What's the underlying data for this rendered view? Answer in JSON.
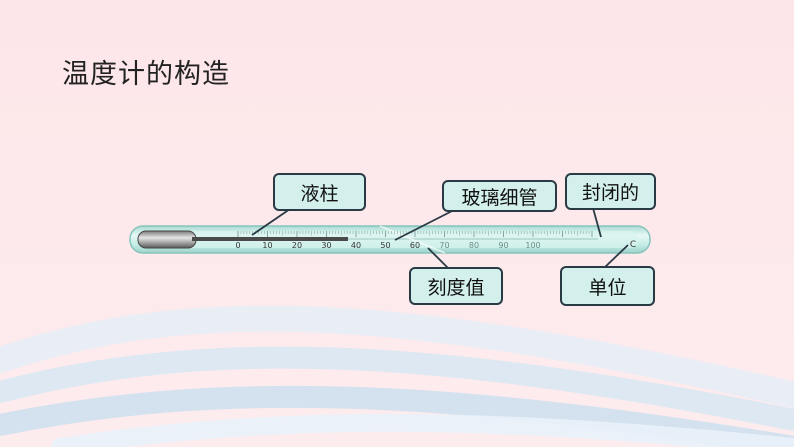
{
  "title": "温度计的构造",
  "scale": {
    "ticks": [
      "0",
      "10",
      "20",
      "30",
      "40",
      "50",
      "60",
      "70",
      "80",
      "90",
      "100"
    ],
    "unit": "C"
  },
  "labels": {
    "liquid_column": "液柱",
    "glass_tube": "玻璃细管",
    "sealed": "封闭的",
    "scale_value": "刻度值",
    "unit": "单位"
  },
  "colors": {
    "background": "#fde8ea",
    "callout_fill": "#d4f0ec",
    "callout_border": "#2a3a45",
    "tube": "#c7ece6",
    "liquid": "#555555"
  }
}
